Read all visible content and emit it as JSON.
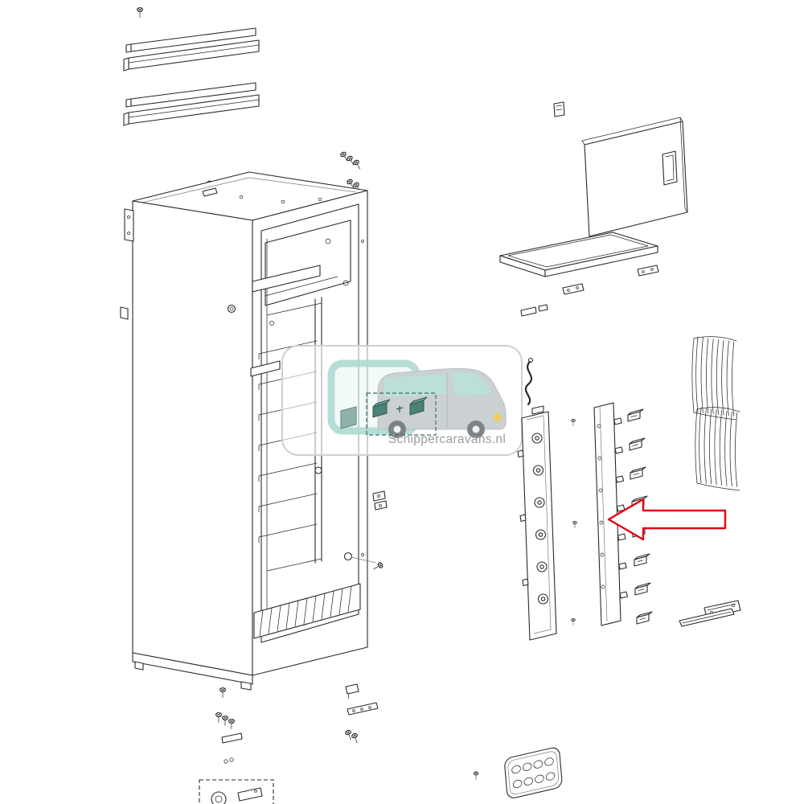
{
  "watermark": {
    "text": "Schippercaravans.nl",
    "badge_border_color": "#cdd0d2",
    "logo_teal": "#aedbd2",
    "logo_gray": "#c6cbcf",
    "logo_accent_yellow": "#e8cb43",
    "text_color": "#97a0a4"
  },
  "diagram": {
    "type": "exploded-parts-diagram",
    "subject": "caravan-refrigerator",
    "background_color": "#ffffff",
    "line_color": "#2a2a2a",
    "highlight_arrow_color": "#e30613",
    "highlighted_part": "fixing-clip",
    "parts": [
      "mounting-rail-top-1",
      "mounting-rail-top-2",
      "refrigerator-cabinet",
      "freezer-compartment",
      "evaporator-panel",
      "cooling-fins",
      "wire-shelf",
      "door-panel",
      "drip-tray",
      "wire-harness",
      "mounting-strip-left",
      "mounting-strip-right",
      "fixing-clips",
      "vent-grille-upper",
      "vent-grille-lower",
      "screw-set",
      "clip-callout",
      "ice-cube-tray",
      "bottom-hardware-callout"
    ]
  }
}
